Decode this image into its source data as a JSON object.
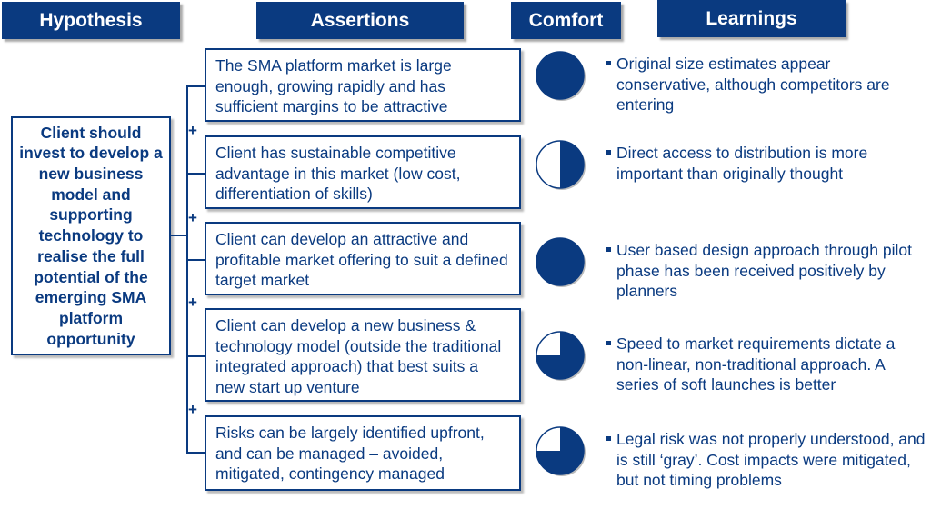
{
  "headers": {
    "hypothesis": "Hypothesis",
    "assertions": "Assertions",
    "comfort": "Comfort",
    "learnings": "Learnings"
  },
  "hypothesis": "Client should invest to develop a new business model and supporting technology to realise the full potential of the emerging SMA platform opportunity",
  "connector_symbol": "+",
  "rows": [
    {
      "assertion": "The SMA platform market is large enough, growing rapidly and has sufficient margins to be attractive",
      "comfort": 1.0,
      "learning": "Original size estimates appear conservative, although competitors are entering"
    },
    {
      "assertion": "Client has sustainable competitive advantage in this market (low cost, differentiation of skills)",
      "comfort": 0.5,
      "learning": "Direct access to distribution is more important than originally thought"
    },
    {
      "assertion": "Client can develop an attractive and profitable market offering to suit a defined target market",
      "comfort": 1.0,
      "learning": "User based design approach through pilot phase has been received positively by planners"
    },
    {
      "assertion": "Client can develop a new business & technology model (outside the traditional integrated approach) that best suits a new start up venture",
      "comfort": 0.75,
      "learning": "Speed to market requirements dictate a non-linear, non-traditional approach.  A series of soft launches is better"
    },
    {
      "assertion": "Risks can be largely identified upfront, and can be managed – avoided, mitigated, contingency managed",
      "comfort": 0.75,
      "learning": "Legal risk was not properly understood, and is still ‘gray’.  Cost impacts were mitigated, but not timing problems"
    }
  ],
  "colors": {
    "primary": "#0a3a80"
  }
}
